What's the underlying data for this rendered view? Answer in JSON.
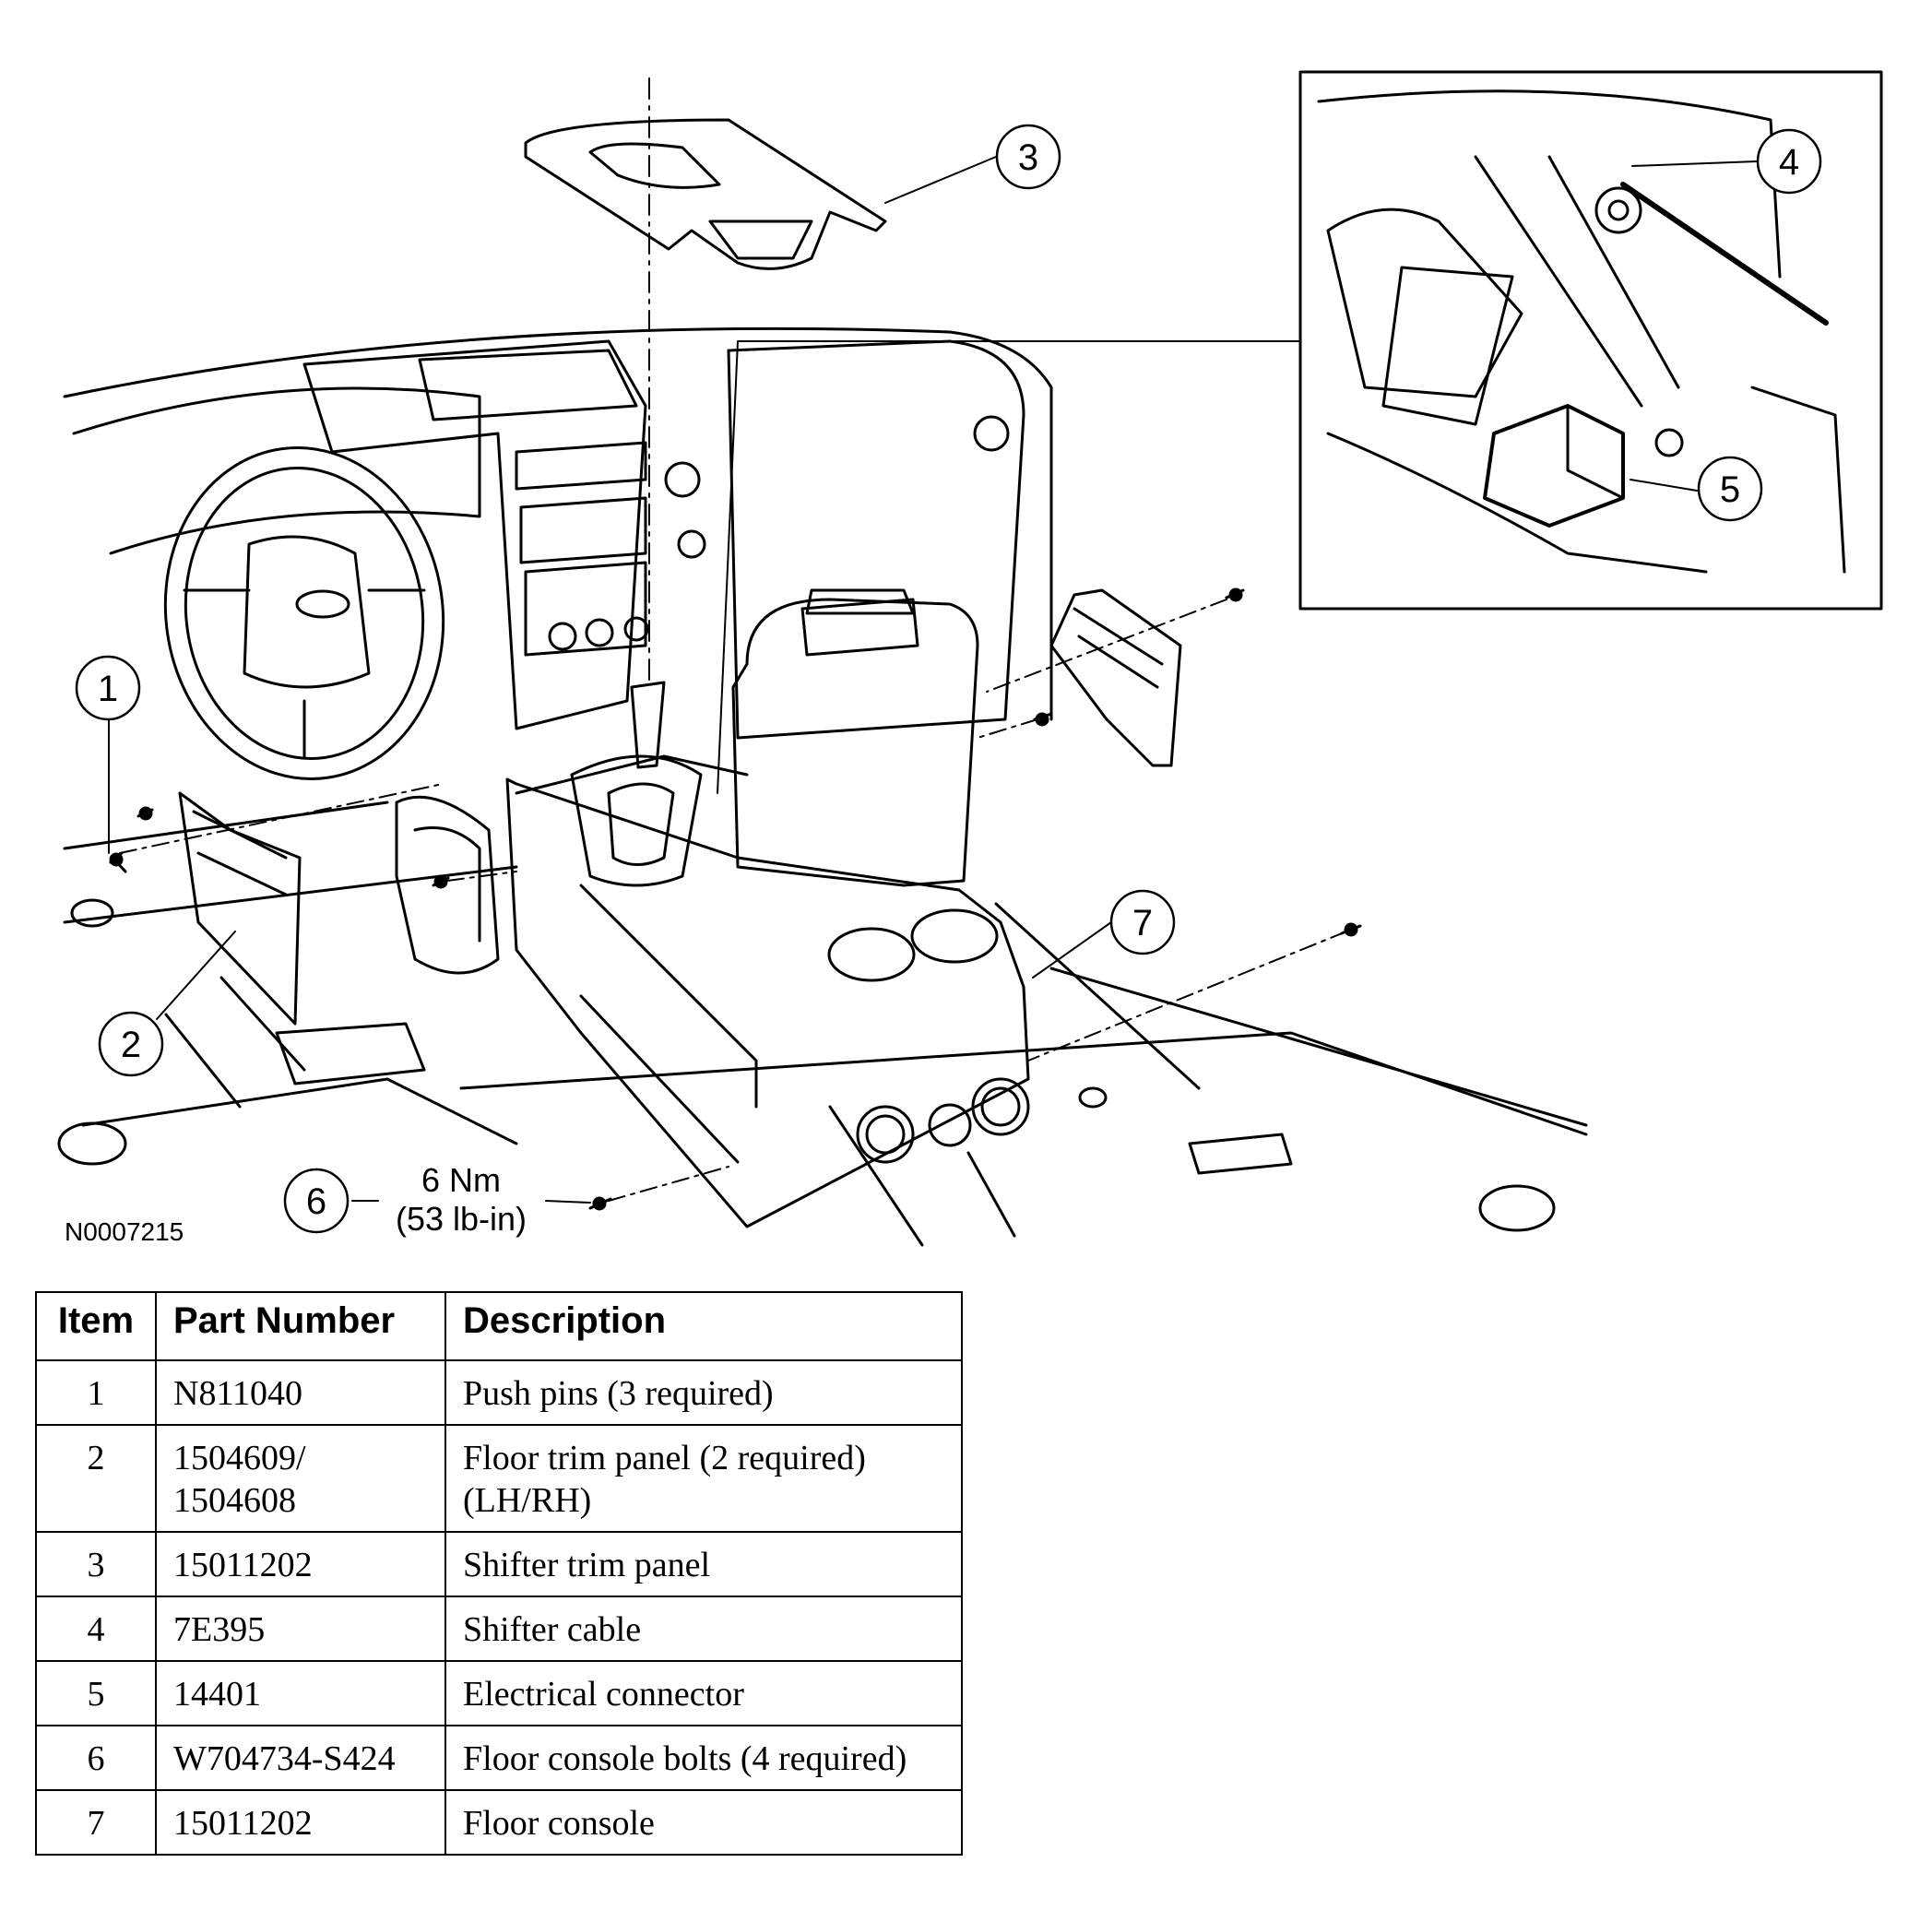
{
  "figure": {
    "id": "N0007215",
    "torque_line1": "6 Nm",
    "torque_line2": "(53 lb-in)",
    "callouts": [
      "1",
      "2",
      "3",
      "4",
      "5",
      "6",
      "7"
    ]
  },
  "table": {
    "headers": {
      "item": "Item",
      "part_number": "Part Number",
      "description": "Description"
    },
    "rows": [
      {
        "item": "1",
        "part": "N811040",
        "desc": "Push pins (3 required)"
      },
      {
        "item": "2",
        "part": "1504609/ 1504608",
        "desc": "Floor trim panel (2 required) (LH/RH)"
      },
      {
        "item": "3",
        "part": "15011202",
        "desc": "Shifter trim panel"
      },
      {
        "item": "4",
        "part": "7E395",
        "desc": "Shifter cable"
      },
      {
        "item": "5",
        "part": "14401",
        "desc": "Electrical connector"
      },
      {
        "item": "6",
        "part": "W704734-S424",
        "desc": "Floor console bolts (4 required)"
      },
      {
        "item": "7",
        "part": "15011202",
        "desc": "Floor console"
      }
    ]
  }
}
